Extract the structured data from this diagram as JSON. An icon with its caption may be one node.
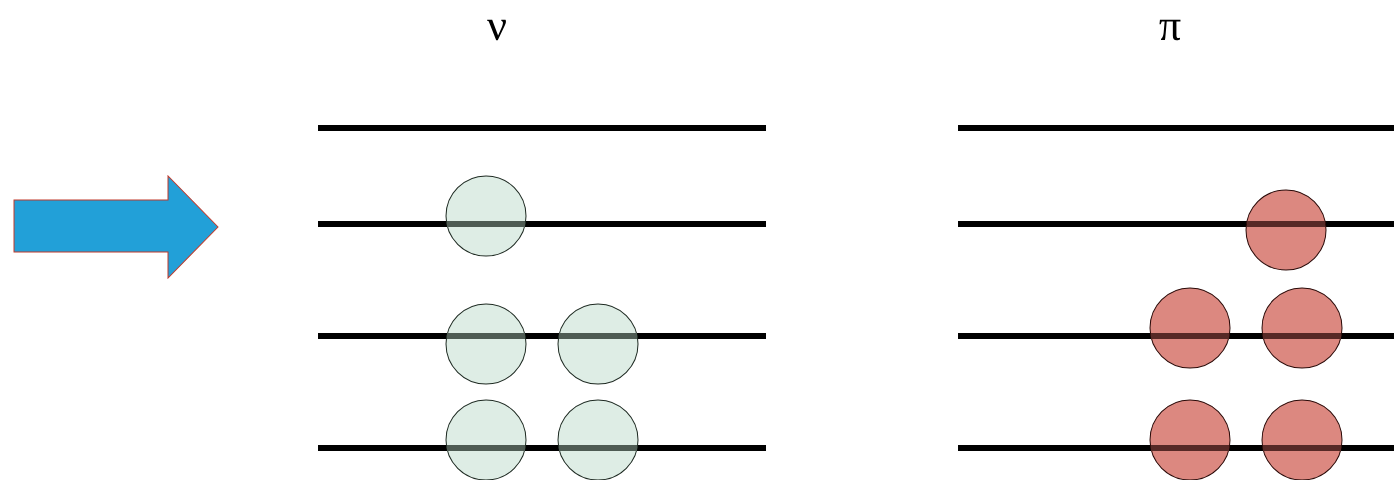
{
  "diagram": {
    "nodes": [
      {
        "text": [],
        "shape": "circle"
      },
      {
        "text": [],
        "shape": "circle"
      },
      {
        "text": [],
        "shape": "circle"
      },
      {
        "text": [],
        "shape": "circle"
      },
      {
        "text": [],
        "shape": "circle"
      },
      {
        "text": [],
        "shape": "circle"
      },
      {
        "text": [],
        "shape": "circle"
      },
      {
        "text": [],
        "shape": "circle"
      },
      {
        "text": [],
        "shape": "circle"
      },
      {
        "text": [],
        "shape": "circle"
      }
    ],
    "labels": [
      "ν",
      "π"
    ]
  }
}
